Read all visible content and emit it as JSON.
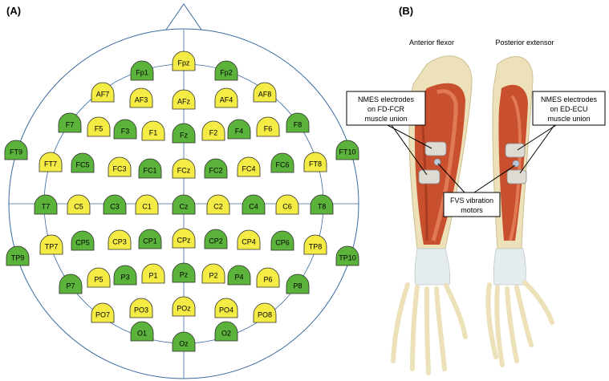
{
  "panels": {
    "a_label": "(A)",
    "b_label": "(B)"
  },
  "colors": {
    "green": "#5cb33b",
    "yellow": "#f4ec45",
    "outline": "#3a6aa0",
    "electrode_stroke": "#2c2c2c"
  },
  "electrodes": [
    {
      "id": "Fpz",
      "c": "y"
    },
    {
      "id": "Fp1",
      "c": "g"
    },
    {
      "id": "Fp2",
      "c": "g"
    },
    {
      "id": "AF7",
      "c": "y"
    },
    {
      "id": "AF3",
      "c": "y"
    },
    {
      "id": "AFz",
      "c": "y"
    },
    {
      "id": "AF4",
      "c": "y"
    },
    {
      "id": "AF8",
      "c": "y"
    },
    {
      "id": "F7",
      "c": "g"
    },
    {
      "id": "F5",
      "c": "y"
    },
    {
      "id": "F3",
      "c": "g"
    },
    {
      "id": "F1",
      "c": "y"
    },
    {
      "id": "Fz",
      "c": "g"
    },
    {
      "id": "F2",
      "c": "y"
    },
    {
      "id": "F4",
      "c": "g"
    },
    {
      "id": "F6",
      "c": "y"
    },
    {
      "id": "F8",
      "c": "g"
    },
    {
      "id": "FT9",
      "c": "g"
    },
    {
      "id": "FT7",
      "c": "y"
    },
    {
      "id": "FC5",
      "c": "g"
    },
    {
      "id": "FC3",
      "c": "y"
    },
    {
      "id": "FC1",
      "c": "g"
    },
    {
      "id": "FCz",
      "c": "y"
    },
    {
      "id": "FC2",
      "c": "g"
    },
    {
      "id": "FC4",
      "c": "y"
    },
    {
      "id": "FC6",
      "c": "g"
    },
    {
      "id": "FT8",
      "c": "y"
    },
    {
      "id": "FT10",
      "c": "g"
    },
    {
      "id": "T7",
      "c": "g"
    },
    {
      "id": "C5",
      "c": "y"
    },
    {
      "id": "C3",
      "c": "g"
    },
    {
      "id": "C1",
      "c": "y"
    },
    {
      "id": "Cz",
      "c": "g"
    },
    {
      "id": "C2",
      "c": "y"
    },
    {
      "id": "C4",
      "c": "g"
    },
    {
      "id": "C6",
      "c": "y"
    },
    {
      "id": "T8",
      "c": "g"
    },
    {
      "id": "TP9",
      "c": "g"
    },
    {
      "id": "TP7",
      "c": "y"
    },
    {
      "id": "CP5",
      "c": "g"
    },
    {
      "id": "CP3",
      "c": "y"
    },
    {
      "id": "CP1",
      "c": "g"
    },
    {
      "id": "CPz",
      "c": "y"
    },
    {
      "id": "CP2",
      "c": "g"
    },
    {
      "id": "CP4",
      "c": "y"
    },
    {
      "id": "CP6",
      "c": "g"
    },
    {
      "id": "TP8",
      "c": "y"
    },
    {
      "id": "TP10",
      "c": "g"
    },
    {
      "id": "P7",
      "c": "g"
    },
    {
      "id": "P5",
      "c": "y"
    },
    {
      "id": "P3",
      "c": "g"
    },
    {
      "id": "P1",
      "c": "y"
    },
    {
      "id": "Pz",
      "c": "g"
    },
    {
      "id": "P2",
      "c": "y"
    },
    {
      "id": "P4",
      "c": "g"
    },
    {
      "id": "P6",
      "c": "y"
    },
    {
      "id": "P8",
      "c": "g"
    },
    {
      "id": "PO7",
      "c": "y"
    },
    {
      "id": "PO3",
      "c": "y"
    },
    {
      "id": "POz",
      "c": "y"
    },
    {
      "id": "PO4",
      "c": "y"
    },
    {
      "id": "PO8",
      "c": "y"
    },
    {
      "id": "O1",
      "c": "g"
    },
    {
      "id": "Oz",
      "c": "g"
    },
    {
      "id": "O2",
      "c": "g"
    }
  ],
  "arm": {
    "anterior_label": "Anterior flexor",
    "posterior_label": "Posterior extensor",
    "nmes_left": [
      "NMES electrodes",
      "on FD-FCR",
      "muscle union"
    ],
    "nmes_right": [
      "NMES electrodes",
      "on ED-ECU",
      "muscle union"
    ],
    "fvs": [
      "FVS vibration",
      "motors"
    ]
  }
}
